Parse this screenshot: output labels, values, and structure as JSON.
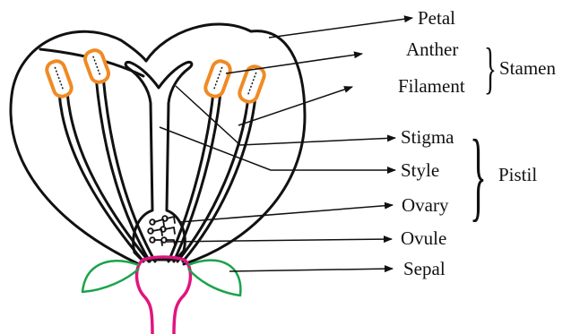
{
  "labels": {
    "petal": "Petal",
    "anther": "Anther",
    "filament": "Filament",
    "stamen": "Stamen",
    "stigma": "Stigma",
    "style": "Style",
    "ovary": "Ovary",
    "ovule": "Ovule",
    "sepal": "Sepal",
    "pistil": "Pistil"
  },
  "colors": {
    "outline": "#111111",
    "anther": "#f08a24",
    "receptacle": "#e0157f",
    "sepal": "#1aa34a"
  }
}
